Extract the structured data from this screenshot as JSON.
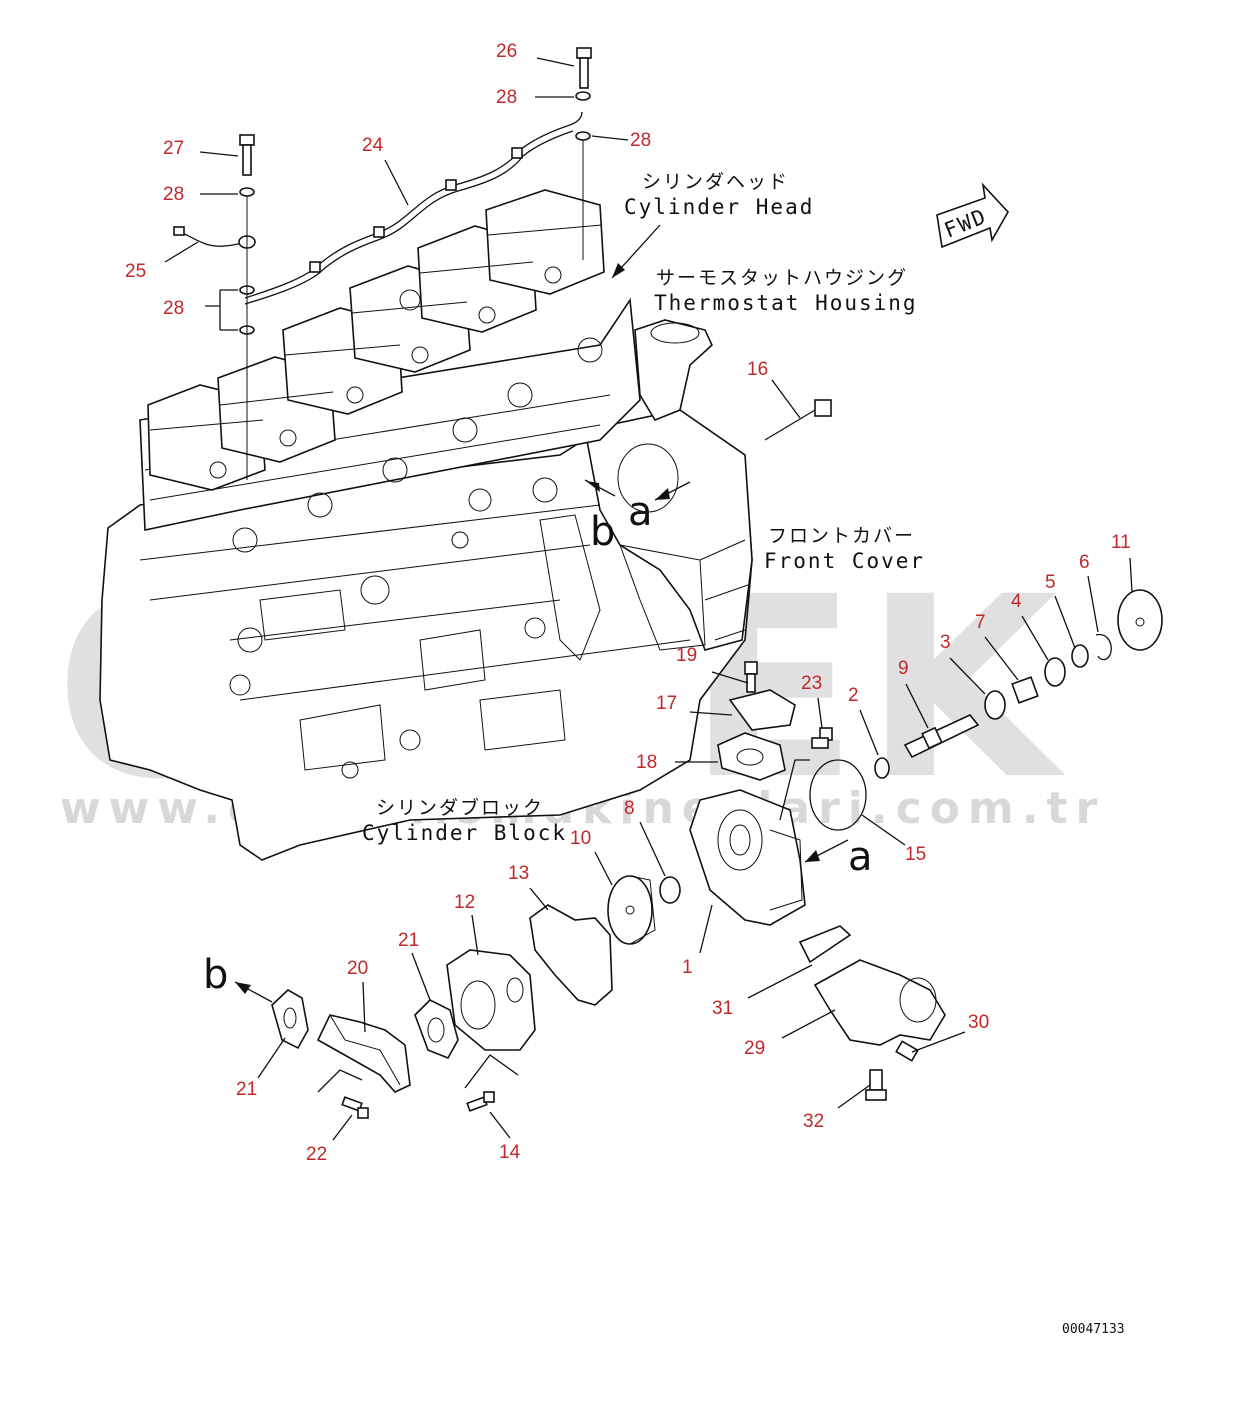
{
  "diagram": {
    "labels": {
      "cylinder_head_jp": "シリンダヘッド",
      "cylinder_head_en": "Cylinder Head",
      "thermostat_housing_jp": "サーモスタットハウジング",
      "thermostat_housing_en": "Thermostat Housing",
      "front_cover_jp": "フロントカバー",
      "front_cover_en": "Front Cover",
      "cylinder_block_jp": "シリンダブロック",
      "cylinder_block_en": "Cylinder Block",
      "fwd": "FWD"
    },
    "reference_marks": {
      "a": "a",
      "b": "b"
    },
    "callouts": {
      "p1": "1",
      "p2": "2",
      "p3": "3",
      "p4": "4",
      "p5": "5",
      "p6": "6",
      "p7": "7",
      "p8": "8",
      "p9": "9",
      "p10": "10",
      "p11": "11",
      "p12": "12",
      "p13": "13",
      "p14": "14",
      "p15": "15",
      "p16": "16",
      "p17": "17",
      "p18": "18",
      "p19": "19",
      "p20": "20",
      "p21": "21",
      "p22": "22",
      "p23": "23",
      "p24": "24",
      "p25": "25",
      "p26": "26",
      "p27": "27",
      "p28": "28",
      "p29": "29",
      "p30": "30",
      "p31": "31",
      "p32": "32"
    },
    "document_number": "00047133",
    "watermark": {
      "brand": "ÖRNEK",
      "url": "www.orneklismakinealari.com.tr"
    },
    "colors": {
      "callout": "#c0282a",
      "linework": "#111111",
      "watermark": "#c8c8cc"
    }
  }
}
